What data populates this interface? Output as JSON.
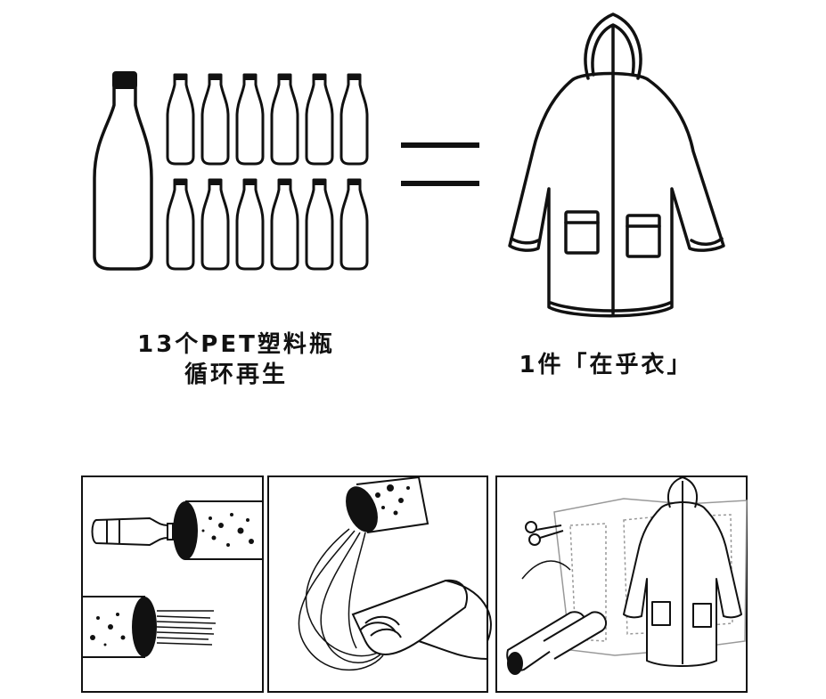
{
  "left_caption": {
    "line1": "13个PET塑料瓶",
    "line2": "循环再生"
  },
  "right_caption": {
    "line1": "1件「在乎衣」"
  },
  "symbols": {
    "equals": "equals-sign"
  },
  "colors": {
    "ink": "#111111",
    "background": "#ffffff",
    "faint": "#999999"
  },
  "panels": [
    {
      "name": "bottle-shredding-panel"
    },
    {
      "name": "fiber-spinning-panel"
    },
    {
      "name": "garment-sewing-panel"
    }
  ]
}
